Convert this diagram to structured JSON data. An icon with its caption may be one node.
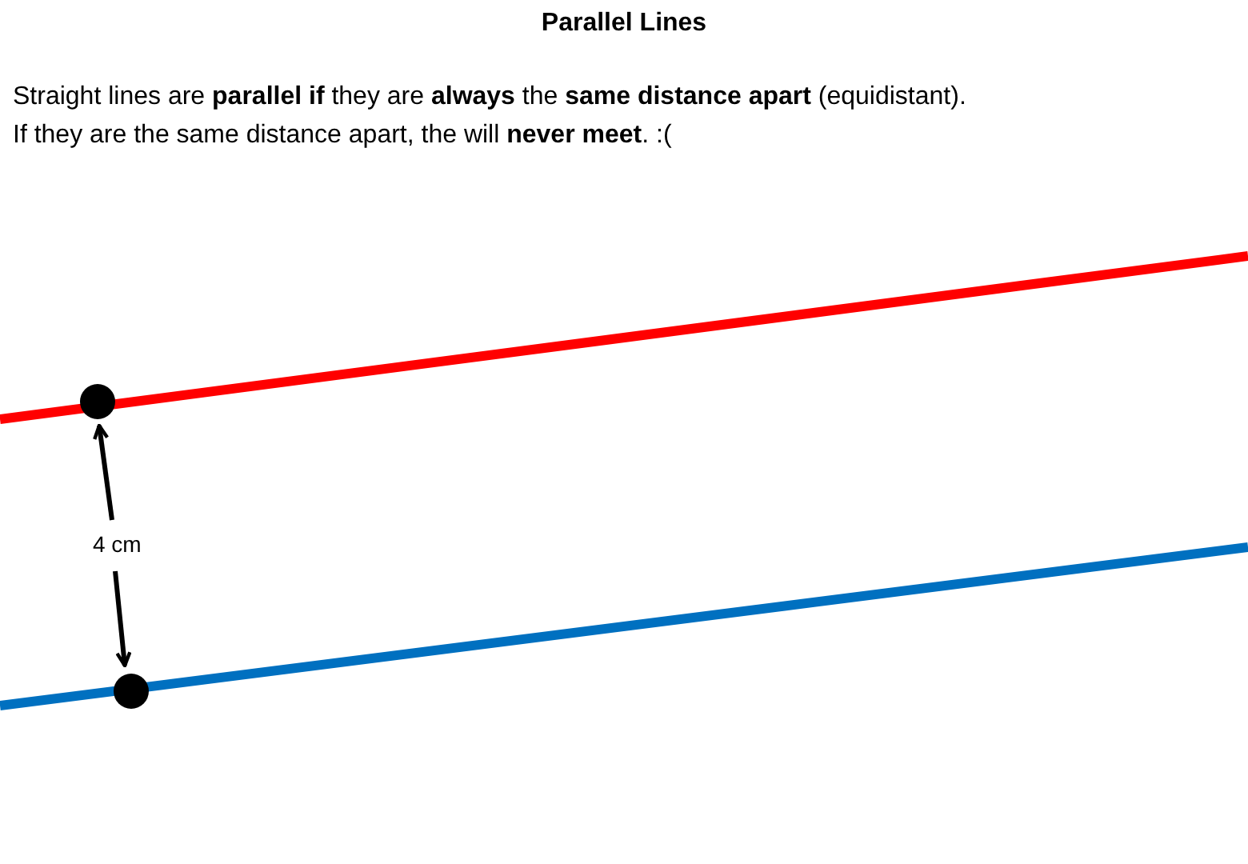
{
  "diagram": {
    "title": "Parallel Lines",
    "labels": [
      "Straight lines are **parallel if** they are **always** the **same distance apart** (equidistant).",
      "If they are the same distance apart, the will **never meet**. :(",
      "4 cm"
    ]
  }
}
